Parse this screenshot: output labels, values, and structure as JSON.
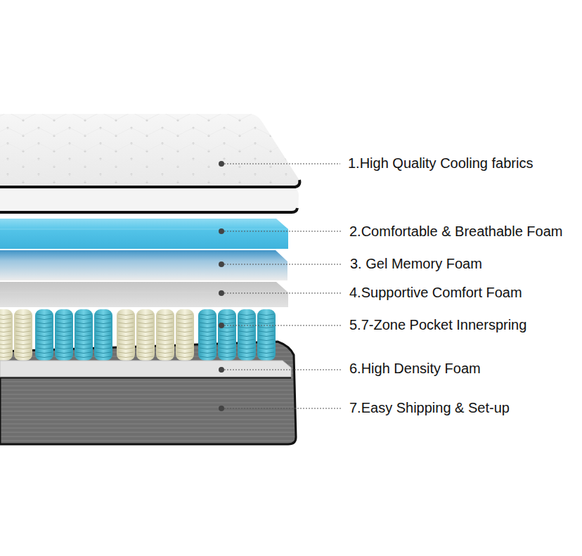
{
  "diagram": {
    "labels": [
      "1.High Quality Cooling fabrics",
      "2.Comfortable & Breathable Foam",
      "3. Gel Memory Foam",
      "4.Supportive Comfort Foam",
      "5.7-Zone Pocket Innerspring",
      "6.High Density Foam",
      "7.Easy Shipping & Set-up"
    ]
  }
}
